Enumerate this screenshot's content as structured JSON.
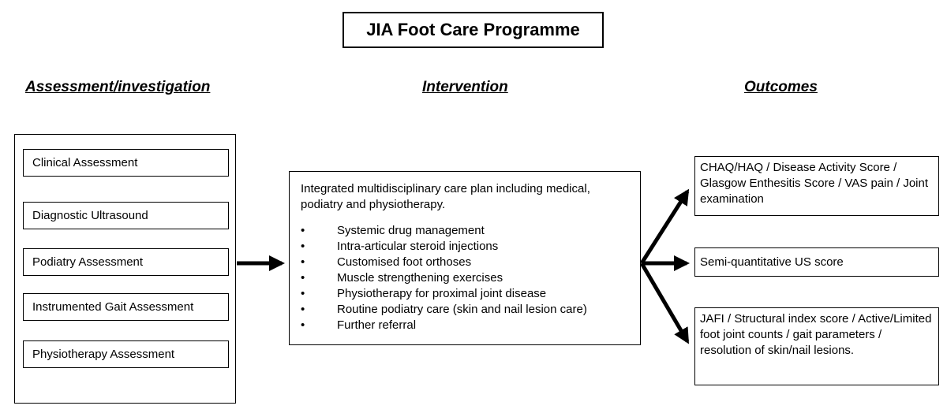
{
  "title": "JIA Foot Care Programme",
  "headings": {
    "assessment": "Assessment/investigation",
    "intervention": "Intervention",
    "outcomes": "Outcomes"
  },
  "assessment_items": [
    "Clinical Assessment",
    "Diagnostic Ultrasound",
    "Podiatry Assessment",
    "Instrumented Gait Assessment",
    "Physiotherapy Assessment"
  ],
  "intervention": {
    "intro": "Integrated multidisciplinary care plan including medical, podiatry and physiotherapy.",
    "bullet_symbol": "•",
    "items": [
      "Systemic drug management",
      "Intra-articular steroid injections",
      "Customised foot orthoses",
      "Muscle strengthening exercises",
      "Physiotherapy for proximal joint disease",
      "Routine podiatry care (skin and nail lesion care)",
      "Further referral"
    ]
  },
  "outcomes": [
    "CHAQ/HAQ / Disease Activity Score / Glasgow Enthesitis Score / VAS pain / Joint examination",
    "Semi-quantitative US score",
    "JAFI / Structural index score / Active/Limited foot joint counts / gait parameters / resolution of skin/nail lesions."
  ]
}
